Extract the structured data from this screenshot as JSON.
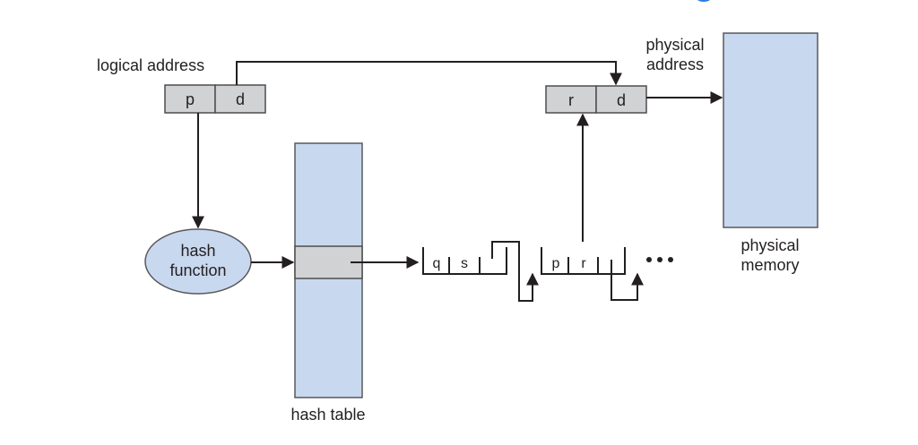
{
  "diagram": {
    "title": "Hashed page table",
    "logical_address": {
      "label": "logical address",
      "fields": [
        "p",
        "d"
      ]
    },
    "physical_address": {
      "label_line1": "physical",
      "label_line2": "address",
      "fields": [
        "r",
        "d"
      ]
    },
    "hash_function": {
      "label_line1": "hash",
      "label_line2": "function"
    },
    "hash_table": {
      "label": "hash table"
    },
    "chain": {
      "entries": [
        {
          "fields": [
            "q",
            "s",
            ""
          ]
        },
        {
          "fields": [
            "p",
            "r",
            ""
          ]
        }
      ],
      "continuation": "•••"
    },
    "physical_memory": {
      "label_line1": "physical",
      "label_line2": "memory"
    },
    "colors": {
      "blue_fill": "#c8d8ef",
      "gray_fill": "#d1d2d4",
      "line": "#231f20"
    }
  }
}
